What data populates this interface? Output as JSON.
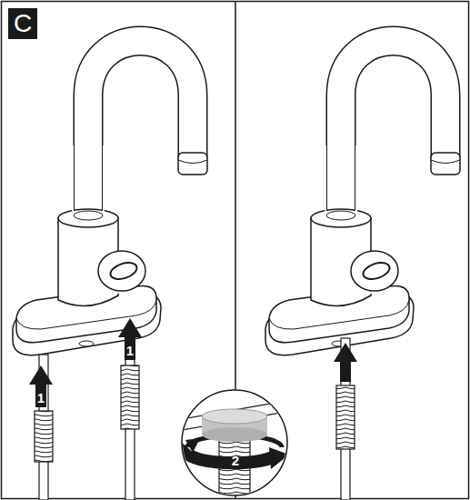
{
  "diagram": {
    "nodes": [
      {
        "text": [
          "C"
        ]
      }
    ],
    "labels": [
      "1",
      "1",
      "2"
    ]
  }
}
